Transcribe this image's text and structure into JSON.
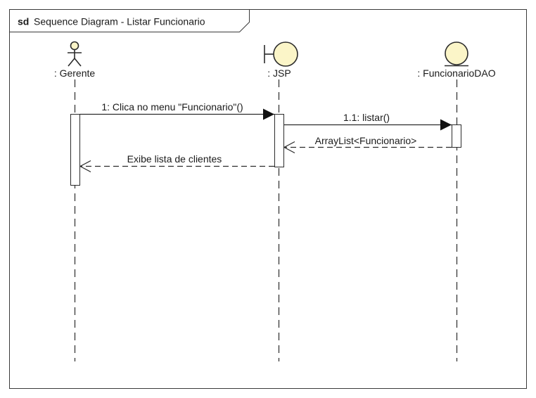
{
  "frame": {
    "keyword": "sd",
    "title": "Sequence Diagram  - Listar Funcionario"
  },
  "lifelines": [
    {
      "id": "gerente",
      "kind": "actor",
      "label": ": Gerente"
    },
    {
      "id": "jsp",
      "kind": "boundary",
      "label": ": JSP"
    },
    {
      "id": "dao",
      "kind": "entity",
      "label": ": FuncionarioDAO"
    }
  ],
  "messages": [
    {
      "label": "1: Clica no menu \"Funcionario\"()",
      "kind": "sync",
      "from": "gerente",
      "to": "jsp"
    },
    {
      "label": "1.1: listar()",
      "kind": "sync",
      "from": "jsp",
      "to": "dao"
    },
    {
      "label": "ArrayList<Funcionario>",
      "kind": "reply",
      "from": "dao",
      "to": "jsp"
    },
    {
      "label": "Exibe lista de clientes",
      "kind": "reply",
      "from": "jsp",
      "to": "gerente"
    }
  ],
  "colors": {
    "frame": "#3a3a3a",
    "line": "#2b2b2b",
    "symbol_fill": "#fbf5c8",
    "activation_fill": "#ffffff"
  }
}
